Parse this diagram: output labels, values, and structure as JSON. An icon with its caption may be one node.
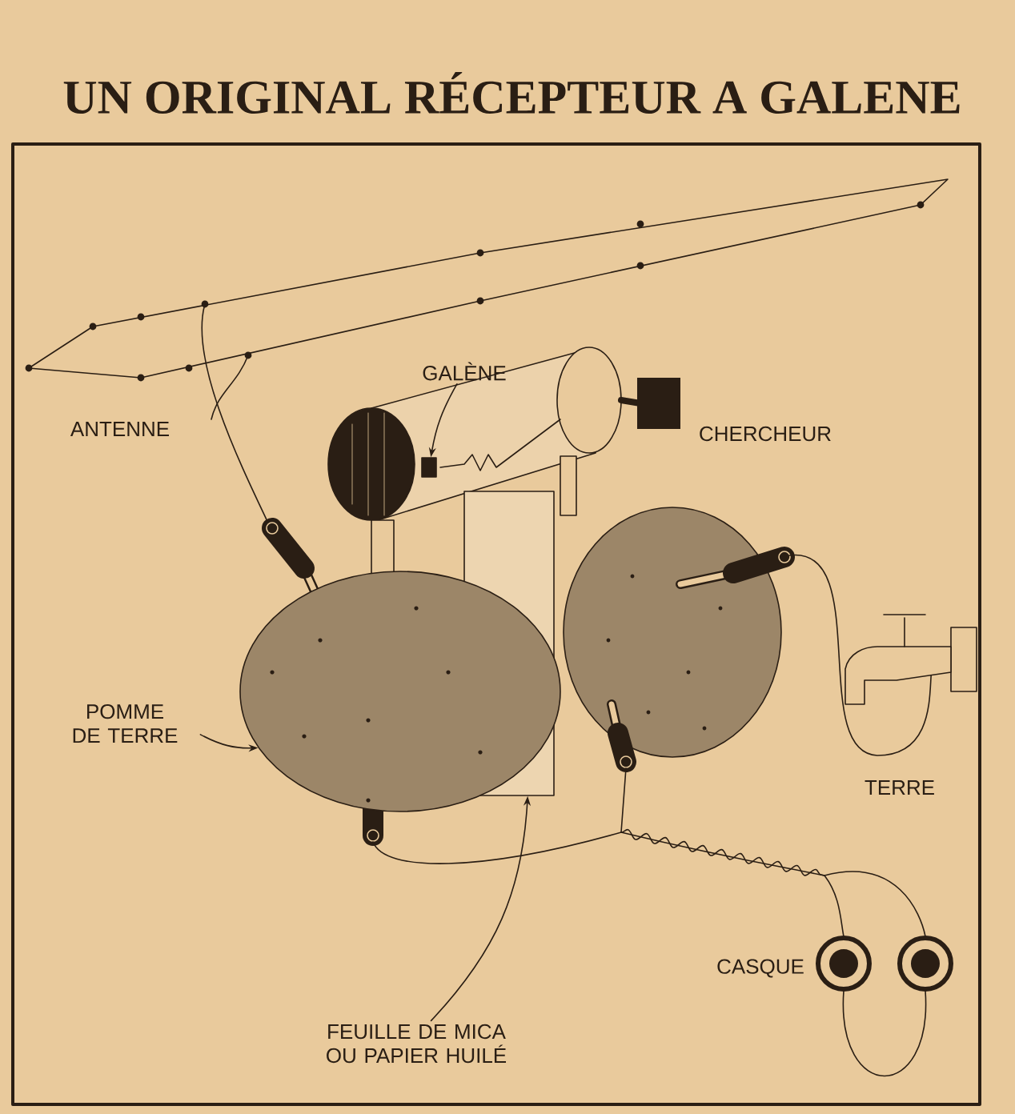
{
  "diagram": {
    "title": "UN ORIGINAL RÉCEPTEUR A GALENE",
    "nodes": [
      {
        "text": [
          "GALÈNE"
        ]
      },
      {
        "text": [],
        "shape": "box"
      },
      {
        "text": [
          "POMME DE TERRE"
        ]
      },
      {
        "text": [],
        "shape": "ellipse"
      },
      {
        "text": [
          "FEUILLE DE MICA OU PAPIER HUILÉ"
        ]
      },
      {
        "text": [],
        "shape": "box"
      }
    ],
    "edges": [
      {
        "from": 0,
        "to": 1,
        "arrow": "to"
      },
      {
        "from": 2,
        "to": 3,
        "arrow": "to"
      },
      {
        "from": 4,
        "to": 5,
        "arrow": "to"
      }
    ],
    "labels": [
      "ANTENNE",
      "CHERCHEUR",
      "TERRE",
      "CASQUE"
    ]
  }
}
